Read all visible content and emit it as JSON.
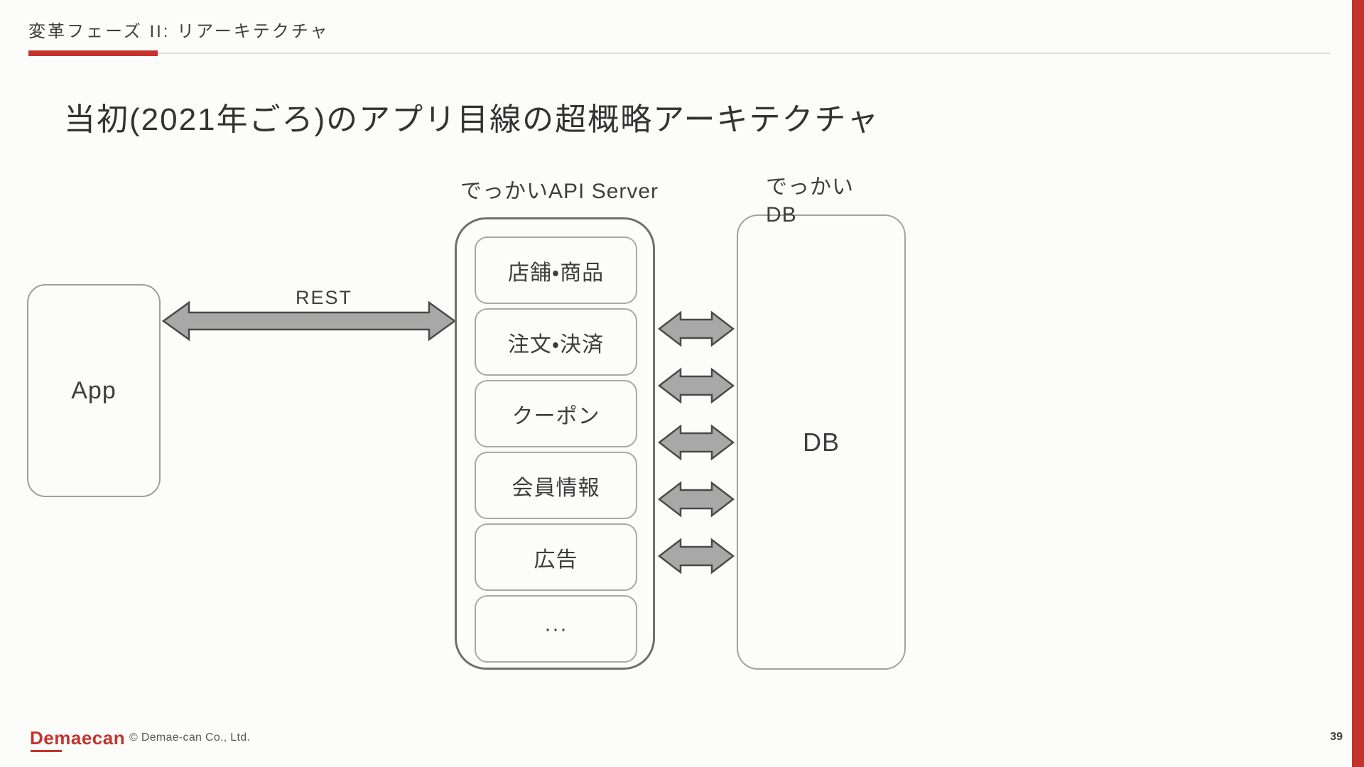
{
  "colors": {
    "accent_red": "#c4342d",
    "arrow_fill": "#a8a8a8",
    "arrow_stroke": "#4a4a4a",
    "box_border_gray": "#a2a2a2",
    "api_border_gray": "#6f6f6f"
  },
  "header": {
    "kicker": "変革フェーズ II: リアーキテクチャ"
  },
  "title": "当初(2021年ごろ)のアプリ目線の超概略アーキテクチャ",
  "diagram": {
    "app": {
      "label": "App"
    },
    "rest": {
      "label": "REST"
    },
    "api_server": {
      "label": "でっかいAPI Server",
      "modules": [
        "店舗・商品",
        "注文・決済",
        "クーポン",
        "会員情報",
        "広告",
        "···"
      ]
    },
    "db": {
      "label_line1": "でっかい",
      "label_line2": "DB",
      "inner_label": "DB"
    }
  },
  "footer": {
    "logo": "Demaecan",
    "copyright": "© Demae-can Co., Ltd.",
    "page": "39"
  }
}
